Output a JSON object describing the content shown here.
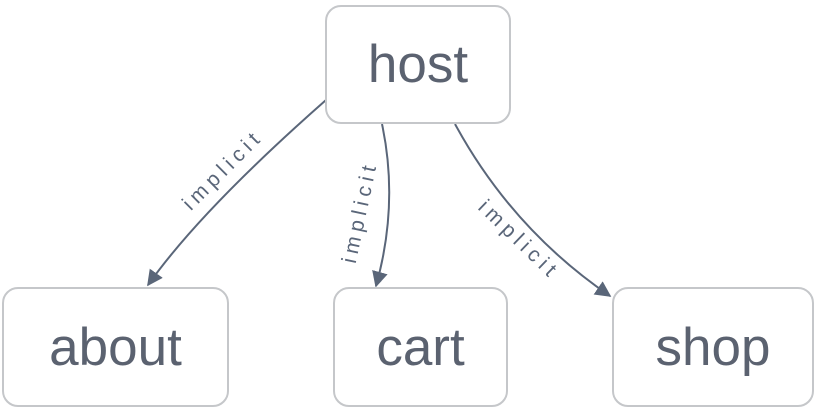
{
  "diagram": {
    "nodes": [
      {
        "id": "host",
        "label": "host"
      },
      {
        "id": "about",
        "label": "about"
      },
      {
        "id": "cart",
        "label": "cart"
      },
      {
        "id": "shop",
        "label": "shop"
      }
    ],
    "edges": [
      {
        "from": "host",
        "to": "about",
        "label": "implicit"
      },
      {
        "from": "host",
        "to": "cart",
        "label": "implicit"
      },
      {
        "from": "host",
        "to": "shop",
        "label": "implicit"
      }
    ],
    "colors": {
      "background": "#ffffff",
      "node_fill": "#ffffff",
      "node_border": "#c5c7ca",
      "node_text": "#5b6270",
      "edge_stroke": "#5a6679",
      "edge_label": "#5a6679"
    }
  }
}
